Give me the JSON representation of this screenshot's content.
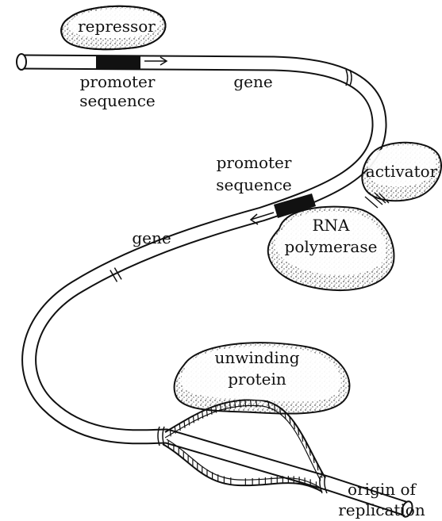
{
  "labels": {
    "repressor": "repressor",
    "promoter_top_line1": "promoter",
    "promoter_top_line2": "sequence",
    "gene_top": "gene",
    "promoter_mid_line1": "promoter",
    "promoter_mid_line2": "sequence",
    "activator": "activator",
    "rna_line1": "RNA",
    "rna_line2": "polymerase",
    "gene_left": "gene",
    "unwinding_line1": "unwinding",
    "unwinding_line2": "protein",
    "origin_line1": "origin of",
    "origin_line2": "replication"
  },
  "colors": {
    "ink": "#111111",
    "background": "#ffffff",
    "promoter_fill": "#111111"
  }
}
